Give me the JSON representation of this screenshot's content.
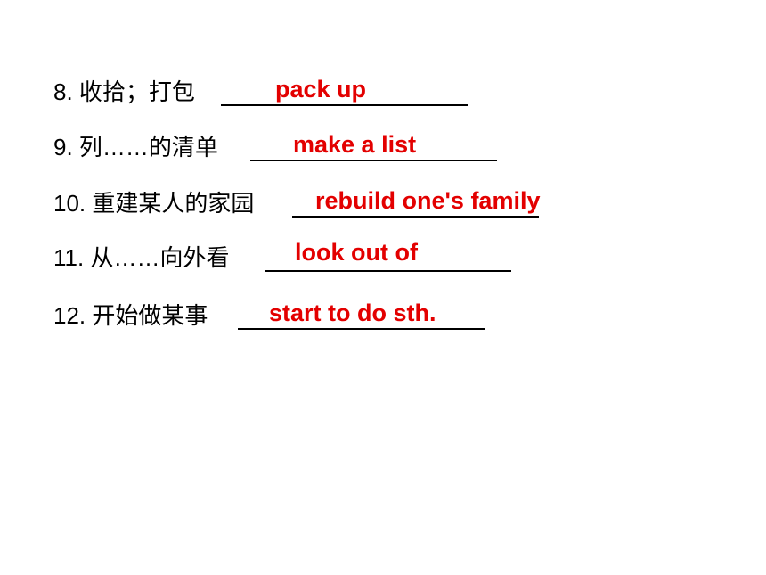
{
  "answer_color": "#e30000",
  "items": [
    {
      "prompt": "8. 收拾；打包",
      "answer": "pack up"
    },
    {
      "prompt": "9. 列……的清单",
      "answer": "make a list"
    },
    {
      "prompt": "10. 重建某人的家园",
      "answer": "rebuild one's family"
    },
    {
      "prompt": "11. 从……向外看",
      "answer": "look out of"
    },
    {
      "prompt": "12. 开始做某事",
      "answer": "start to do sth."
    }
  ]
}
